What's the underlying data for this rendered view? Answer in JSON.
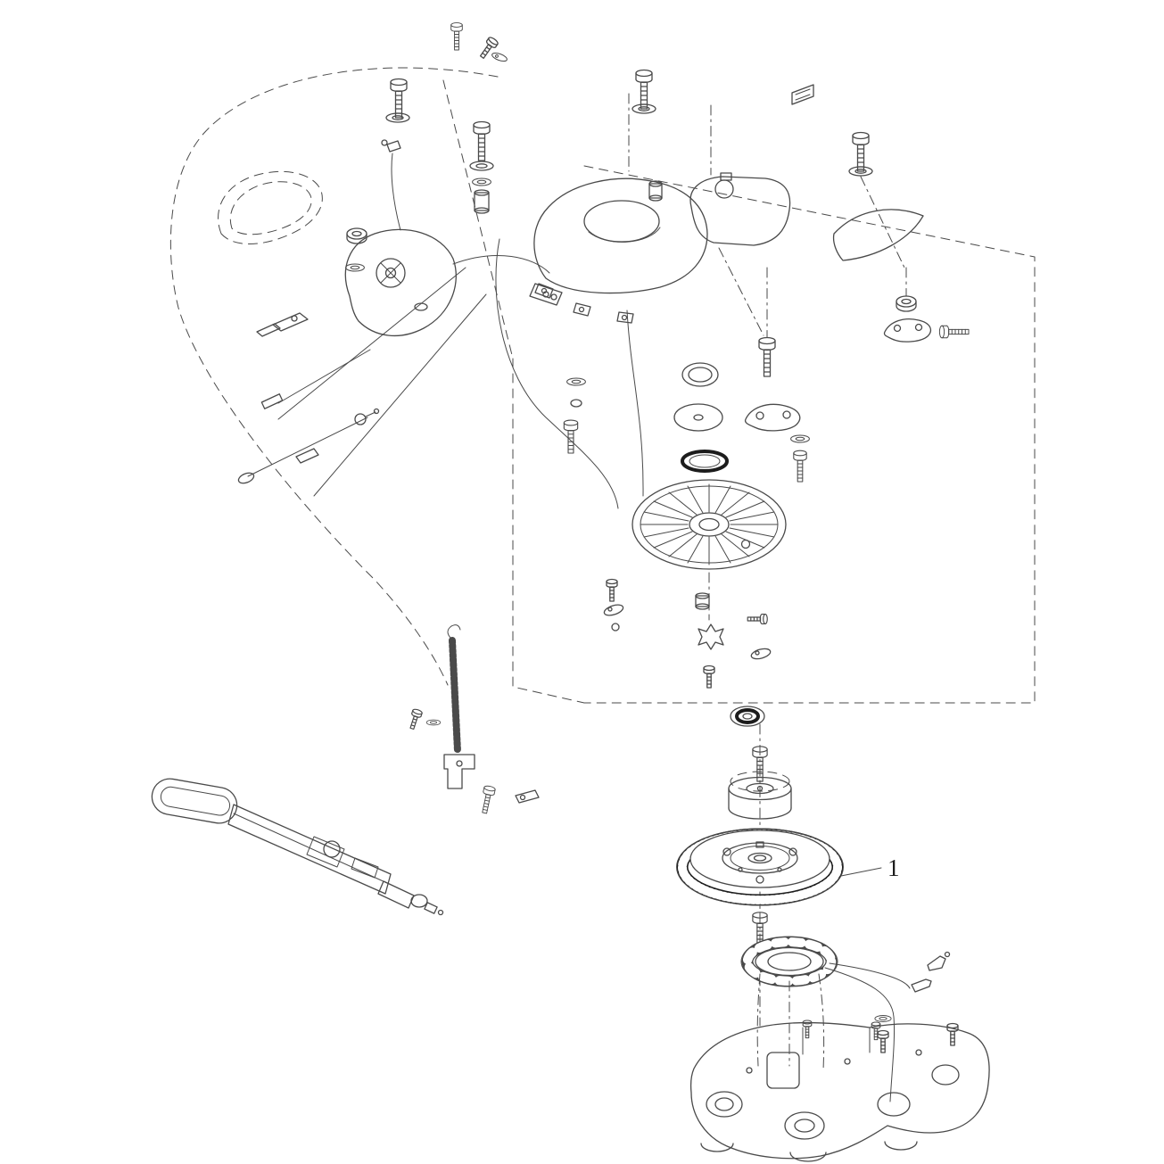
{
  "diagram": {
    "kind": "exploded-parts-diagram",
    "background": "#ffffff",
    "line_color": "#4a4a4a",
    "accent_dark": "#1c1c1c",
    "callouts": [
      {
        "label": "1",
        "part": "flywheel"
      }
    ]
  }
}
